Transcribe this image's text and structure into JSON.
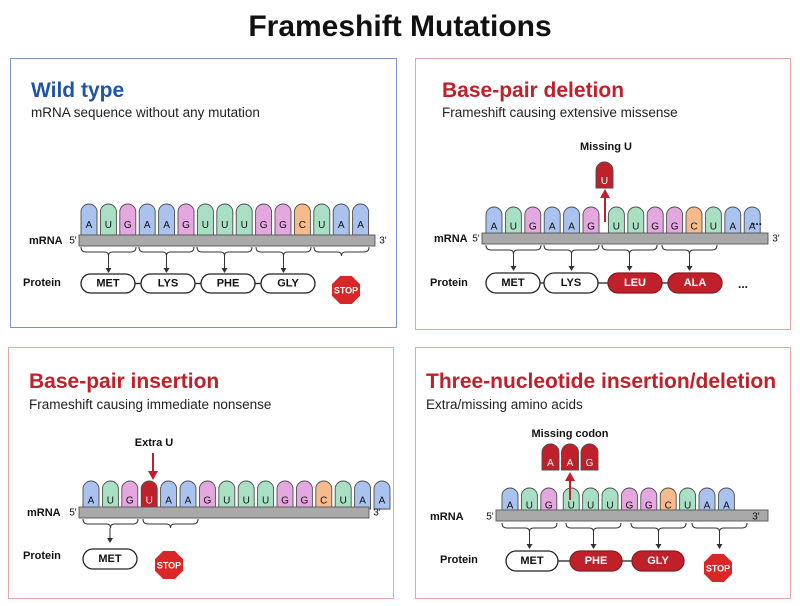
{
  "title": "Frameshift Mutations",
  "colors": {
    "A": "#a9c2ee",
    "U": "#a9e0c4",
    "G": "#e4a7e0",
    "C": "#f5bb8c",
    "mutation": "#c0202a",
    "strand": "#a9a9a9",
    "wild_title": "#1f55a8",
    "mut_title": "#c0202a",
    "stop": "#d92626"
  },
  "labels": {
    "mrna": "mRNA",
    "protein": "Protein",
    "five": "5'",
    "three": "3'",
    "stop": "STOP",
    "ellipsis": "..."
  },
  "panels": {
    "wild": {
      "title": "Wild type",
      "subtitle": "mRNA sequence without any mutation",
      "bases": [
        "A",
        "U",
        "G",
        "A",
        "A",
        "G",
        "U",
        "U",
        "U",
        "G",
        "G",
        "C",
        "U",
        "A",
        "A"
      ],
      "proteins": [
        "MET",
        "LYS",
        "PHE",
        "GLY"
      ]
    },
    "deletion": {
      "title": "Base-pair deletion",
      "subtitle": "Frameshift causing extensive missense",
      "bases": [
        "A",
        "U",
        "G",
        "A",
        "A",
        "G",
        "U",
        "U",
        "G",
        "G",
        "C",
        "U",
        "A",
        "A"
      ],
      "proteins": [
        "MET",
        "LYS",
        "LEU",
        "ALA"
      ],
      "callout": "Missing U",
      "callout_base": "U"
    },
    "insertion": {
      "title": "Base-pair insertion",
      "subtitle": "Frameshift causing immediate nonsense",
      "bases": [
        "A",
        "U",
        "G",
        "U",
        "A",
        "A",
        "G",
        "U",
        "U",
        "U",
        "G",
        "G",
        "C",
        "U",
        "A",
        "A"
      ],
      "proteins": [
        "MET"
      ],
      "callout": "Extra U"
    },
    "three": {
      "title": "Three-nucleotide insertion/deletion",
      "subtitle": "Extra/missing amino acids",
      "bases": [
        "A",
        "U",
        "G",
        "U",
        "U",
        "U",
        "G",
        "G",
        "C",
        "U",
        "A",
        "A"
      ],
      "proteins": [
        "MET",
        "PHE",
        "GLY"
      ],
      "callout": "Missing codon",
      "callout_bases": [
        "A",
        "A",
        "G"
      ]
    }
  }
}
